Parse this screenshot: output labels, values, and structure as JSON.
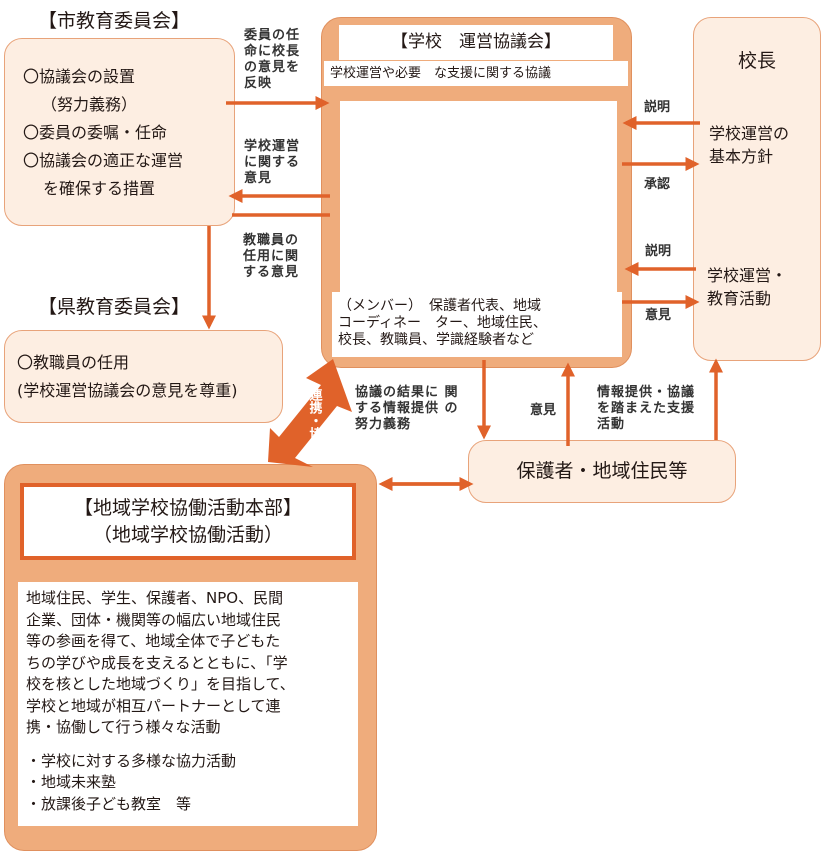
{
  "city_board": {
    "title": "【市教育委員会】",
    "items": [
      "〇協議会の設置",
      "（努力義務）",
      "〇委員の委嘱・任命",
      "〇協議会の適正な運営",
      "を確保する措置"
    ]
  },
  "pref_board": {
    "title": "【県教育委員会】",
    "items": [
      "〇教職員の任用",
      "(学校運営協議会の意見を尊重)"
    ]
  },
  "labels": {
    "appointment": [
      "委員の任",
      "命に校長",
      "の意見を",
      "反映"
    ],
    "school_opinion": [
      "学校運営",
      "に関する",
      "意見"
    ],
    "staff_opinion": [
      "教職員の",
      "任用に関",
      "する意見"
    ],
    "info_duty": [
      "協議の結果に 関",
      "する情報提供 の",
      "努力義務"
    ],
    "opinion_up": "意見",
    "support": [
      "情報提供・協議",
      "を踏まえた支援",
      "活動"
    ],
    "explain1": "説明",
    "approve": "承認",
    "explain2": "説明",
    "opinion_right": "意見",
    "collab": "連携・協働"
  },
  "council": {
    "title": "【学校　運営協議会】",
    "subtitle": "学校運営や必要　な支援に関する協議",
    "members": [
      "（メンバー）　保護者代表、地域",
      "コーディネー　ター、地域住民、",
      "校長、教職員、学識経験者など"
    ]
  },
  "principal": {
    "title": "校長",
    "policy": [
      "学校運営の",
      "基本方針"
    ],
    "activity": [
      "学校運営・",
      "教育活動"
    ]
  },
  "guardians": {
    "title": "保護者・地域住民等"
  },
  "hq": {
    "title": "【地域学校協働活動本部】",
    "subtitle": "（地域学校協働活動）",
    "description": [
      "地域住民、学生、保護者、NPO、民間",
      "企業、団体・機関等の幅広い地域住民",
      "等の参画を得て、地域全体で子どもた",
      "ちの学びや成長を支えるとともに、「学",
      "校を核とした地域づくり」を目指して、",
      "学校と地域が相互パートナーとして連",
      "携・協働して行う様々な活動"
    ],
    "bullets": [
      "・学校に対する多様な協力活動",
      "・地域未来塾",
      "・放課後子ども教室　等"
    ]
  },
  "colors": {
    "arrow": "#e0622a",
    "frame": "#efac7c",
    "light": "#fdeee2",
    "border": "#e8a37a"
  }
}
